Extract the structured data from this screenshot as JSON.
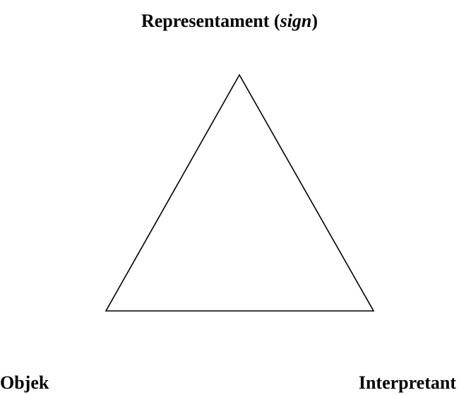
{
  "diagram": {
    "top_label": {
      "main": "Representament (",
      "italic": "sign",
      "close": ")"
    },
    "left_label": "Objek",
    "right_label": "Interpretant"
  },
  "colors": {
    "stroke": "#000000",
    "background": "#ffffff"
  }
}
